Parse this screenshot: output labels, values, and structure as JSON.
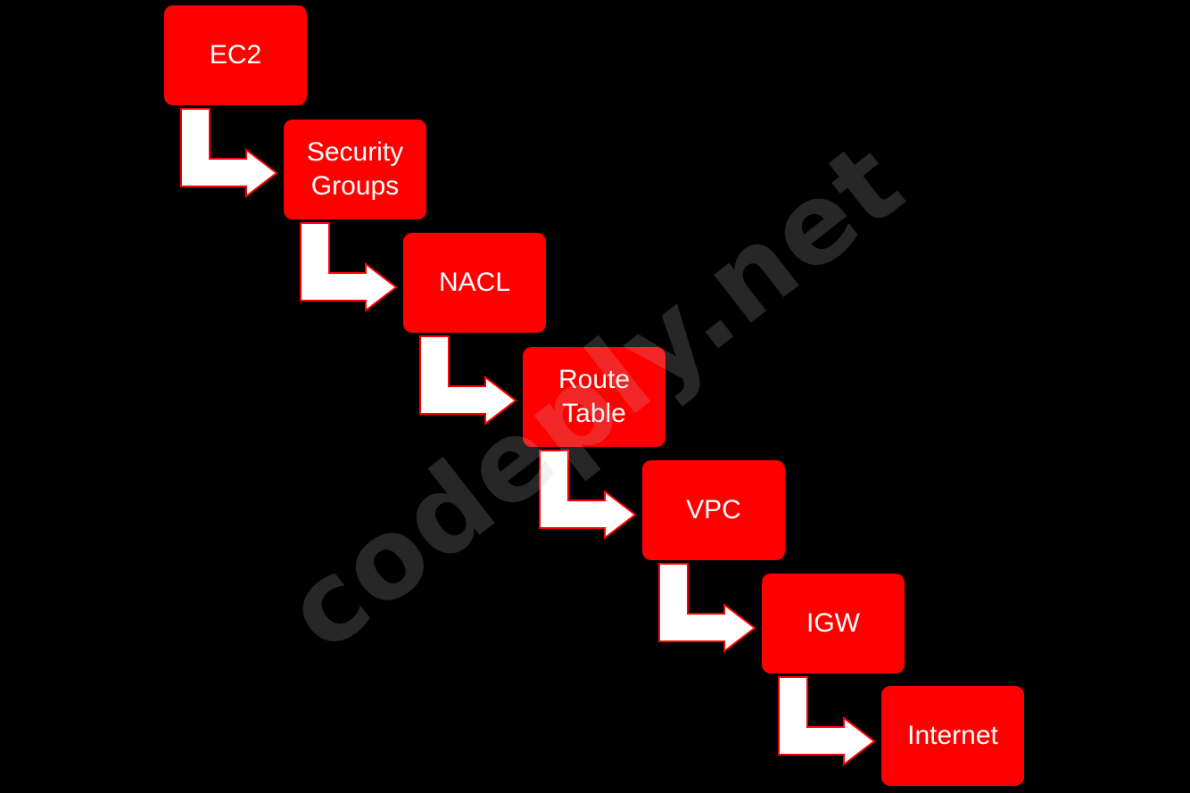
{
  "diagram": {
    "steps": [
      {
        "label": "EC2"
      },
      {
        "label": "Security\nGroups"
      },
      {
        "label": "NACL"
      },
      {
        "label": "Route\nTable"
      },
      {
        "label": "VPC"
      },
      {
        "label": "IGW"
      },
      {
        "label": "Internet"
      }
    ]
  },
  "watermark": {
    "text": "codeply.net"
  },
  "colors": {
    "background": "#000000",
    "node_fill": "#ff0000",
    "node_text": "#ffffff",
    "arrow_fill": "#ffffff",
    "arrow_stroke": "#ff0000",
    "watermark": "#c0c0c0"
  }
}
